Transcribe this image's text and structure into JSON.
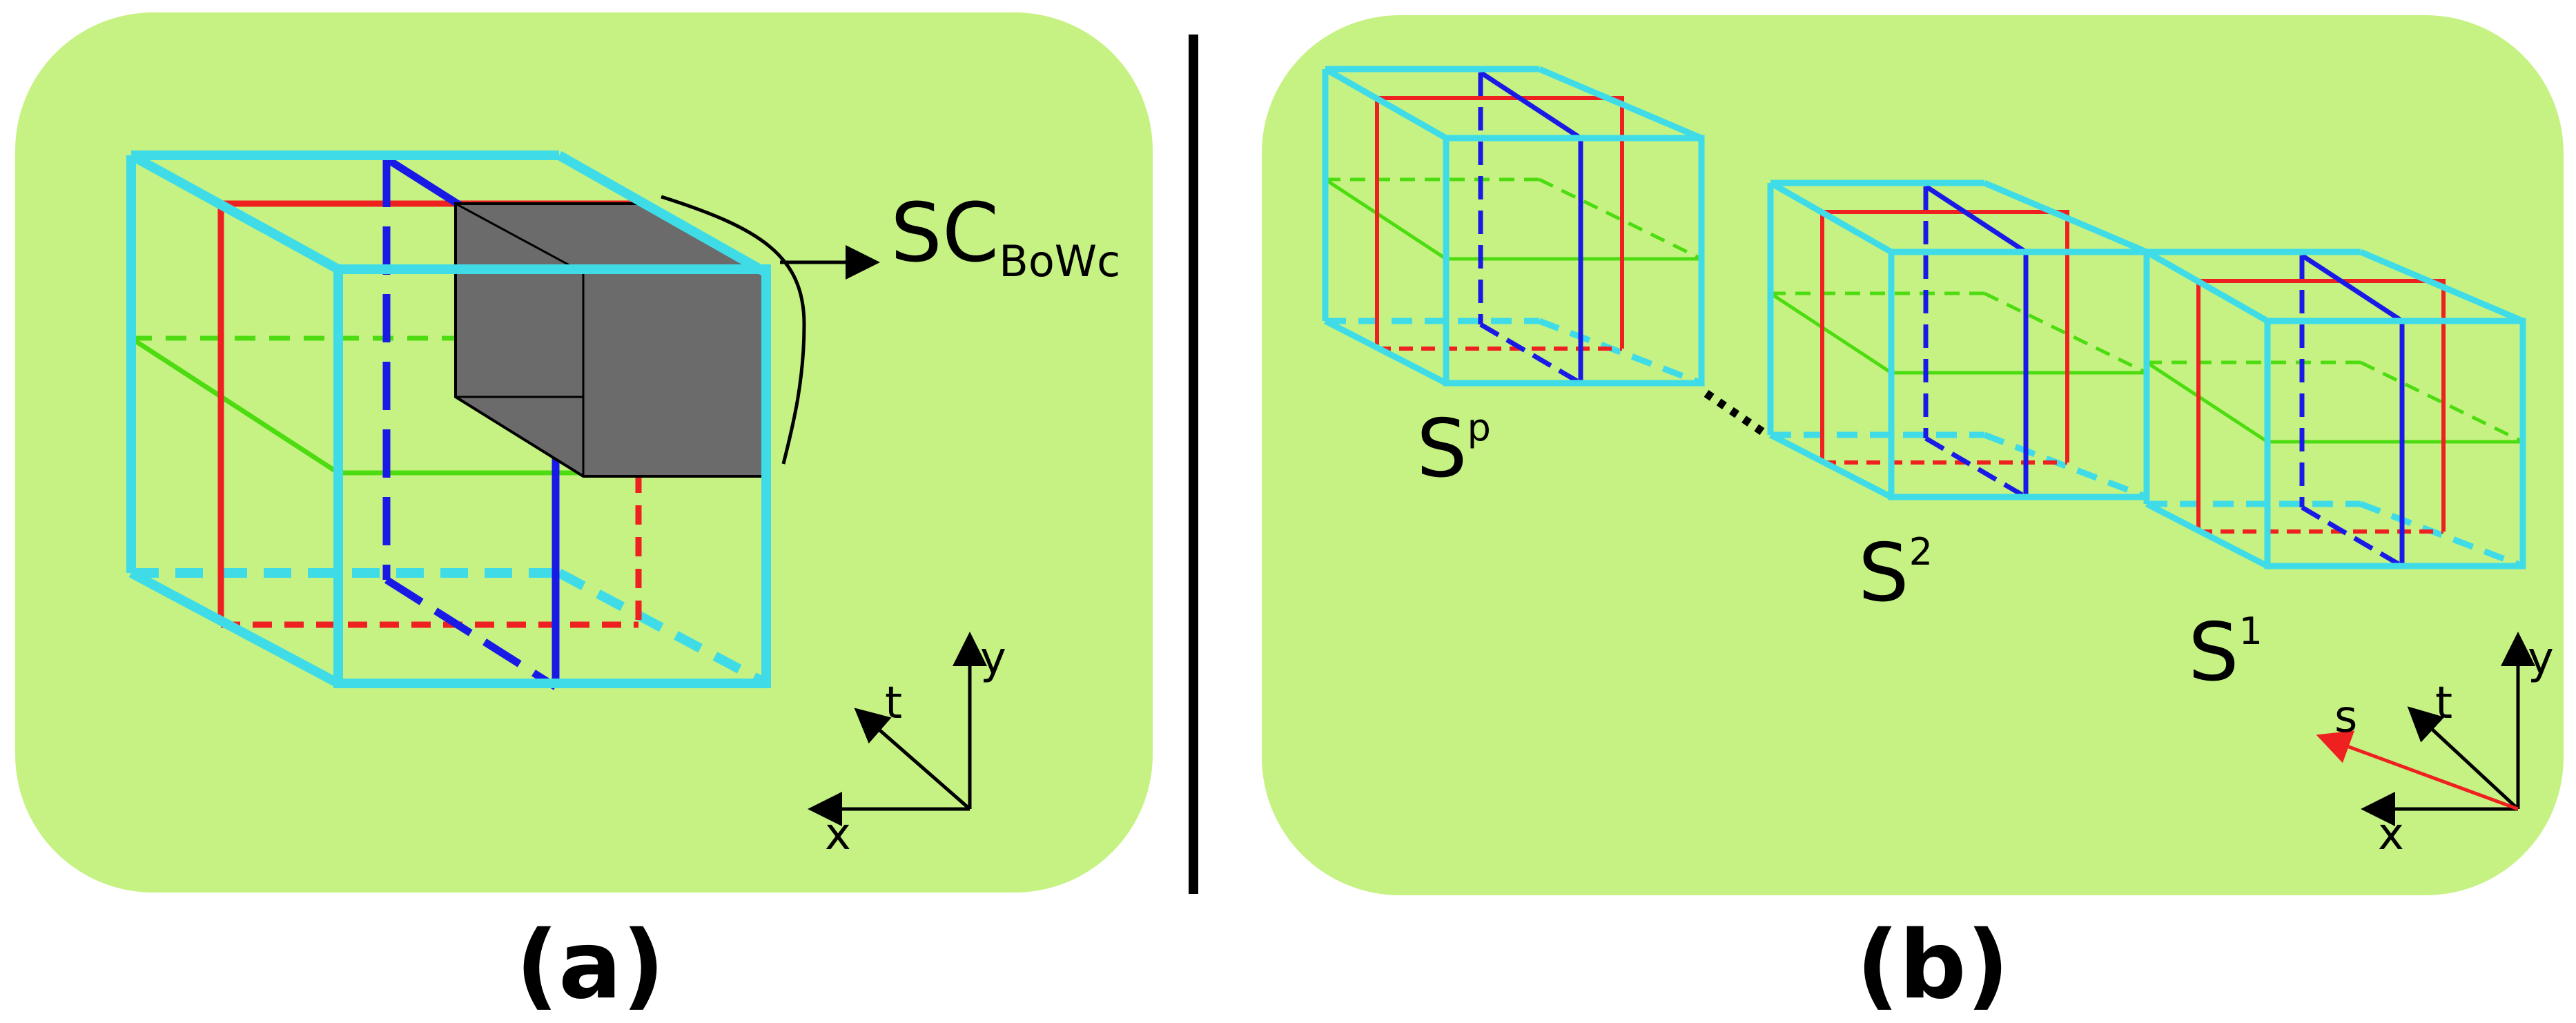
{
  "colors": {
    "panel_bg": "#c6f283",
    "cube": "#3fdce8",
    "red_plane": "#ef2020",
    "blue_plane": "#1a1ae6",
    "green_plane": "#4cdc10",
    "subcube": "#6b6b6b",
    "divider": "#000000"
  },
  "panel_a": {
    "caption": "(a)",
    "subcube_label": {
      "main": "SC",
      "sub": "BoWc"
    },
    "axes": {
      "x": "x",
      "y": "y",
      "t": "t"
    }
  },
  "panel_b": {
    "caption": "(b)",
    "sequences": [
      {
        "base": "S",
        "sup": "p"
      },
      {
        "base": "S",
        "sup": "2"
      },
      {
        "base": "S",
        "sup": "1"
      }
    ],
    "axes": {
      "x": "x",
      "y": "y",
      "t": "t",
      "s": "s"
    }
  }
}
